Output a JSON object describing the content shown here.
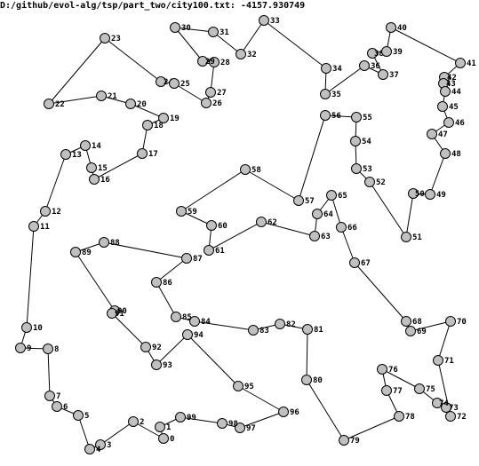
{
  "title": "D:/github/evol-alg/tsp/part_two/city100.txt:  -4157.930749",
  "style": {
    "node_fill": "#c0c0c0",
    "node_stroke": "#000000",
    "edge_color": "#000000"
  },
  "nodes": [
    {
      "id": "0"
    },
    {
      "id": "1"
    },
    {
      "id": "2"
    },
    {
      "id": "3"
    },
    {
      "id": "4"
    },
    {
      "id": "5"
    },
    {
      "id": "6"
    },
    {
      "id": "7"
    },
    {
      "id": "8"
    },
    {
      "id": "9"
    },
    {
      "id": "10"
    },
    {
      "id": "11"
    },
    {
      "id": "12"
    },
    {
      "id": "13"
    },
    {
      "id": "14"
    },
    {
      "id": "15"
    },
    {
      "id": "16"
    },
    {
      "id": "17"
    },
    {
      "id": "18"
    },
    {
      "id": "19"
    },
    {
      "id": "20"
    },
    {
      "id": "21"
    },
    {
      "id": "22"
    },
    {
      "id": "23"
    },
    {
      "id": "24"
    },
    {
      "id": "25"
    },
    {
      "id": "26"
    },
    {
      "id": "27"
    },
    {
      "id": "28"
    },
    {
      "id": "29"
    },
    {
      "id": "30"
    },
    {
      "id": "31"
    },
    {
      "id": "32"
    },
    {
      "id": "33"
    },
    {
      "id": "34"
    },
    {
      "id": "35"
    },
    {
      "id": "36"
    },
    {
      "id": "37"
    },
    {
      "id": "38"
    },
    {
      "id": "39"
    },
    {
      "id": "40"
    },
    {
      "id": "41"
    },
    {
      "id": "42"
    },
    {
      "id": "43"
    },
    {
      "id": "44"
    },
    {
      "id": "45"
    },
    {
      "id": "46"
    },
    {
      "id": "47"
    },
    {
      "id": "48"
    },
    {
      "id": "49"
    },
    {
      "id": "50"
    },
    {
      "id": "51"
    },
    {
      "id": "52"
    },
    {
      "id": "53"
    },
    {
      "id": "54"
    },
    {
      "id": "55"
    },
    {
      "id": "56"
    },
    {
      "id": "57"
    },
    {
      "id": "58"
    },
    {
      "id": "59"
    },
    {
      "id": "60"
    },
    {
      "id": "61"
    },
    {
      "id": "62"
    },
    {
      "id": "63"
    },
    {
      "id": "64"
    },
    {
      "id": "65"
    },
    {
      "id": "66"
    },
    {
      "id": "67"
    },
    {
      "id": "68"
    },
    {
      "id": "69"
    },
    {
      "id": "70"
    },
    {
      "id": "71"
    },
    {
      "id": "72"
    },
    {
      "id": "73"
    },
    {
      "id": "74"
    },
    {
      "id": "75"
    },
    {
      "id": "76"
    },
    {
      "id": "77"
    },
    {
      "id": "78"
    },
    {
      "id": "79"
    },
    {
      "id": "80"
    },
    {
      "id": "81"
    },
    {
      "id": "82"
    },
    {
      "id": "83"
    },
    {
      "id": "84"
    },
    {
      "id": "85"
    },
    {
      "id": "86"
    },
    {
      "id": "87"
    },
    {
      "id": "88"
    },
    {
      "id": "89"
    },
    {
      "id": "90"
    },
    {
      "id": "91"
    },
    {
      "id": "92"
    },
    {
      "id": "93"
    },
    {
      "id": "94"
    },
    {
      "id": "95"
    },
    {
      "id": "96"
    },
    {
      "id": "97"
    },
    {
      "id": "98"
    },
    {
      "id": "99"
    }
  ],
  "tour": [
    "0",
    "1",
    "99",
    "98",
    "97",
    "96",
    "95",
    "94",
    "93",
    "92",
    "91",
    "90",
    "89",
    "88",
    "87",
    "86",
    "85",
    "84",
    "83",
    "82",
    "81",
    "80",
    "79",
    "78",
    "77",
    "76",
    "75",
    "74",
    "73",
    "72",
    "71",
    "70",
    "69",
    "68",
    "67",
    "66",
    "65",
    "64",
    "63",
    "62",
    "61",
    "60",
    "59",
    "58",
    "57",
    "56",
    "55",
    "54",
    "53",
    "52",
    "51",
    "50",
    "49",
    "48",
    "47",
    "46",
    "45",
    "44",
    "43",
    "42",
    "41",
    "40",
    "39",
    "38",
    "37",
    "36",
    "35",
    "34",
    "33",
    "32",
    "31",
    "30",
    "29",
    "28",
    "27",
    "26",
    "25",
    "24",
    "23",
    "22",
    "21",
    "20",
    "19",
    "18",
    "17",
    "16",
    "15",
    "14",
    "13",
    "12",
    "11",
    "10",
    "9",
    "8",
    "7",
    "6",
    "5",
    "4",
    "3",
    "2"
  ]
}
